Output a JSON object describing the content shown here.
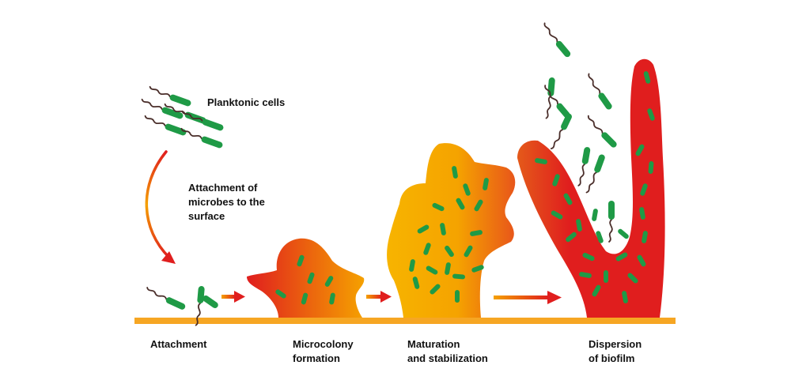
{
  "labels": {
    "planktonic": "Planktonic cells",
    "attachment_of": [
      "Attachment of",
      "microbes to the",
      "surface"
    ],
    "stage1": [
      "Attachment"
    ],
    "stage2": [
      "Microcolony",
      "formation"
    ],
    "stage3": [
      "Maturation",
      "and stabilization"
    ],
    "stage4": [
      "Dispersion",
      "of biofilm"
    ]
  },
  "colors": {
    "bacterium": "#1f9a46",
    "flagellum": "#4a2e2a",
    "surface": "#f6a623",
    "red": "#e01e1e",
    "orange": "#f5a100",
    "text": "#111111"
  },
  "icons": {
    "bacterium": "rod-bacterium-icon",
    "arrow": "gradient-arrow-icon"
  }
}
